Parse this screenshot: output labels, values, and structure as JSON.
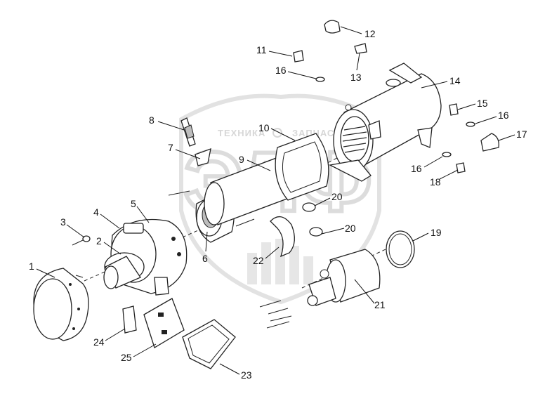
{
  "watermark": {
    "left_text": "ТЕХНИКА",
    "right_text": "ЗАПЧАСТИ",
    "logo_text": "ЭЛФ"
  },
  "callouts": [
    {
      "id": "1",
      "text": "1"
    },
    {
      "id": "2",
      "text": "2"
    },
    {
      "id": "3",
      "text": "3"
    },
    {
      "id": "4",
      "text": "4"
    },
    {
      "id": "5",
      "text": "5"
    },
    {
      "id": "6",
      "text": "6"
    },
    {
      "id": "7",
      "text": "7"
    },
    {
      "id": "8",
      "text": "8"
    },
    {
      "id": "9",
      "text": "9"
    },
    {
      "id": "10",
      "text": "10"
    },
    {
      "id": "11",
      "text": "11"
    },
    {
      "id": "12",
      "text": "12"
    },
    {
      "id": "13",
      "text": "13"
    },
    {
      "id": "14",
      "text": "14"
    },
    {
      "id": "15",
      "text": "15"
    },
    {
      "id": "16a",
      "text": "16"
    },
    {
      "id": "16b",
      "text": "16"
    },
    {
      "id": "16c",
      "text": "16"
    },
    {
      "id": "17",
      "text": "17"
    },
    {
      "id": "18",
      "text": "18"
    },
    {
      "id": "19",
      "text": "19"
    },
    {
      "id": "20a",
      "text": "20"
    },
    {
      "id": "20b",
      "text": "20"
    },
    {
      "id": "21",
      "text": "21"
    },
    {
      "id": "22",
      "text": "22"
    },
    {
      "id": "23",
      "text": "23"
    },
    {
      "id": "24",
      "text": "24"
    },
    {
      "id": "25",
      "text": "25"
    }
  ]
}
